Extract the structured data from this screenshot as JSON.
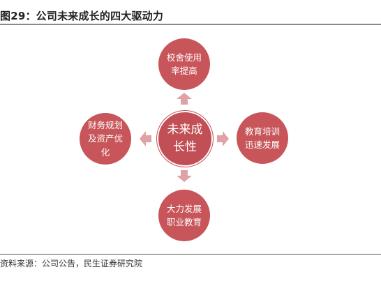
{
  "header": {
    "title": "图29：公司未来成长的四大驱动力"
  },
  "diagram": {
    "center": "未来成\n长性",
    "top": "校舍使用\n率提高",
    "left": "财务规划\n及资产优\n化",
    "right": "教育培训\n迅速发展",
    "bottom": "大力发展\n职业教育"
  },
  "footer": {
    "source": "资料来源：公司公告，民生证券研究院"
  },
  "colors": {
    "node": "#c7555a",
    "arrow": "#dfa3a6",
    "rule": "#8a8a8a"
  },
  "icons": [
    "arrow-up-icon",
    "arrow-down-icon",
    "arrow-left-icon",
    "arrow-right-icon"
  ]
}
